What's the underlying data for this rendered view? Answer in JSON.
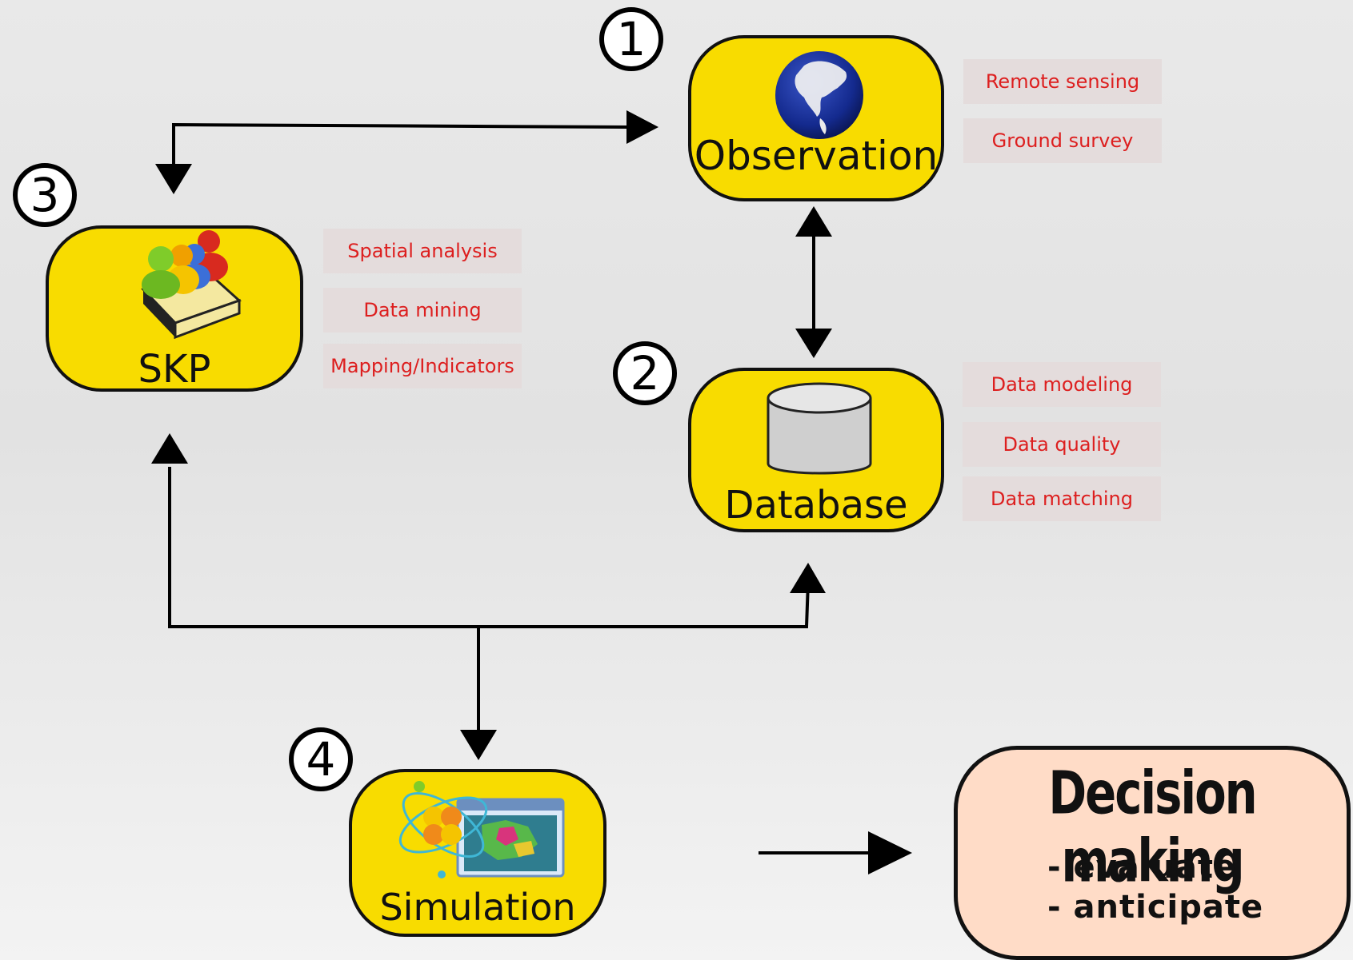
{
  "nodes": {
    "observation": {
      "label": "Observation",
      "number": "1"
    },
    "database": {
      "label": "Database",
      "number": "2"
    },
    "skp": {
      "label": "SKP",
      "number": "3"
    },
    "simulation": {
      "label": "Simulation",
      "number": "4"
    }
  },
  "tags": {
    "observation": [
      "Remote sensing",
      "Ground survey"
    ],
    "database": [
      "Data modeling",
      "Data quality",
      "Data matching"
    ],
    "skp": [
      "Spatial analysis",
      "Data mining",
      "Mapping/Indicators"
    ]
  },
  "decision": {
    "title": "Decision making",
    "items": [
      "- evaluate",
      "- anticipate"
    ]
  },
  "colors": {
    "node_fill": "#f8dc00",
    "tag_text": "#dd1f1f",
    "tag_fill": "#e4dcdc",
    "decision_fill": "#ffdcc7"
  },
  "icons": [
    "globe-icon",
    "database-cylinder-icon",
    "book-people-icon",
    "atom-map-icon"
  ]
}
